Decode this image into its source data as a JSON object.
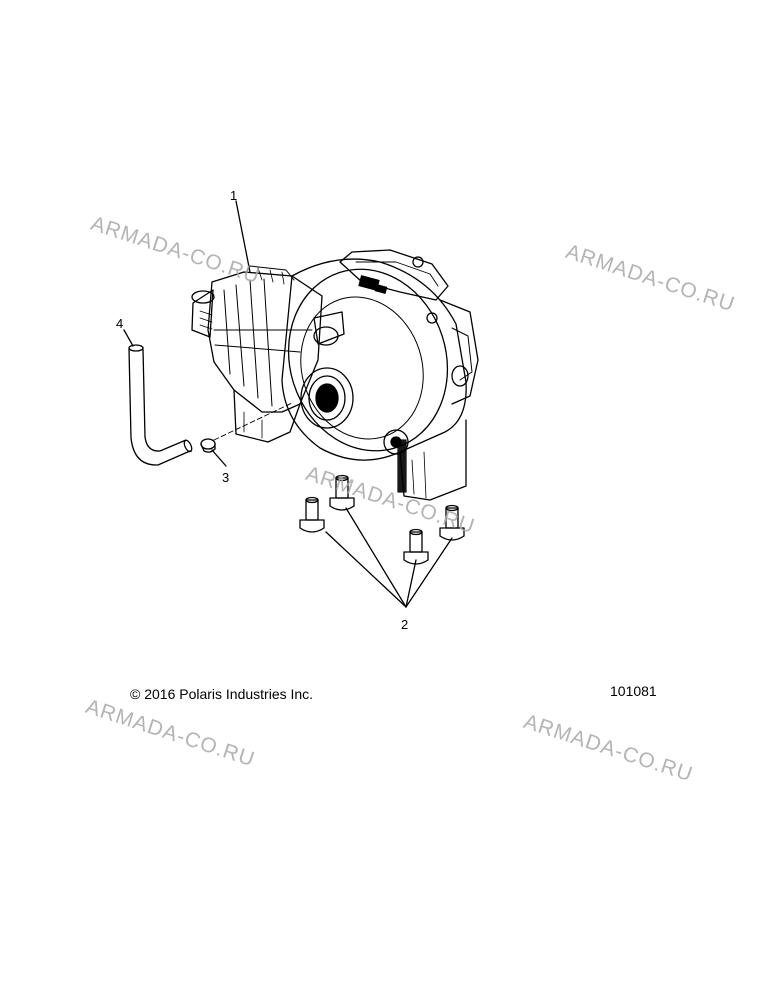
{
  "callouts": {
    "c1": "1",
    "c2": "2",
    "c3": "3",
    "c4": "4"
  },
  "watermark": {
    "text": "ARMADA-CO.RU"
  },
  "footer": {
    "copyright": "© 2016 Polaris Industries Inc.",
    "figure_number": "101081"
  },
  "colors": {
    "line": "#000000",
    "watermark": "#a8a8a8"
  }
}
